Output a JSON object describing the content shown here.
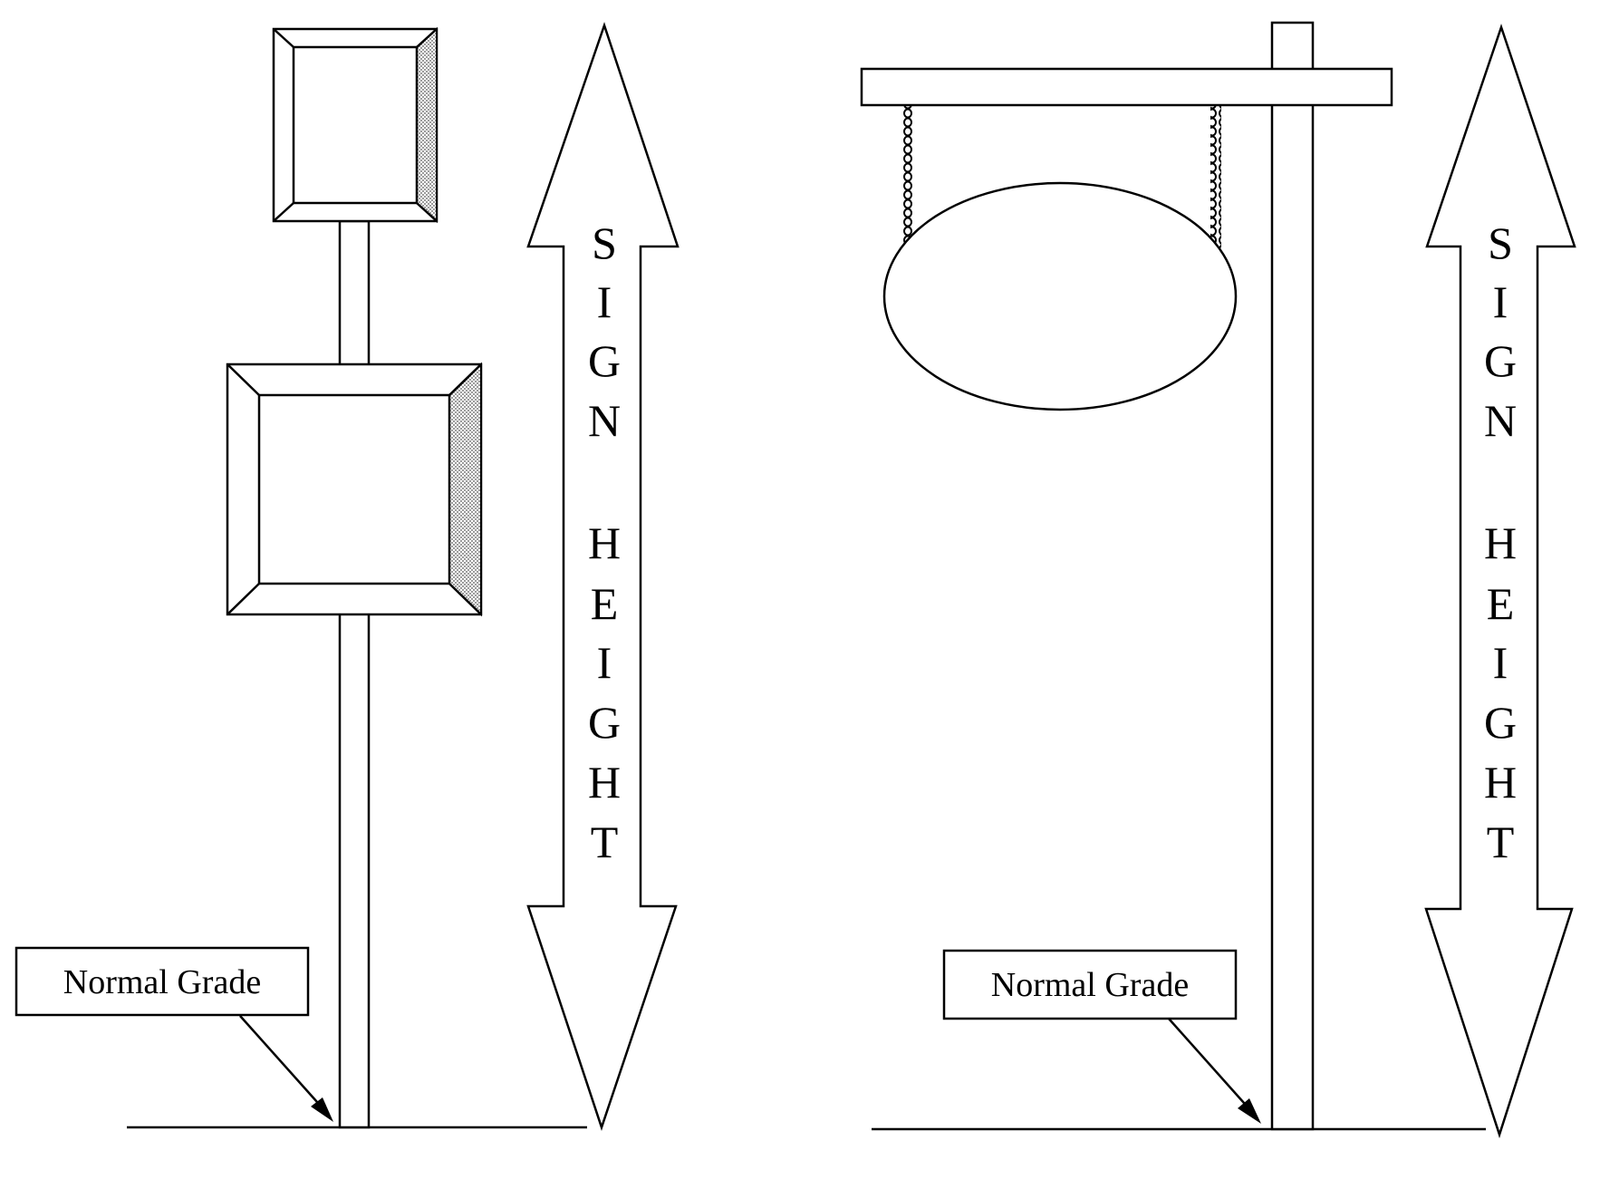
{
  "diagrams": [
    {
      "id": "left",
      "grade_label": "Normal Grade",
      "height_label": "SIGN HEIGHT"
    },
    {
      "id": "right",
      "grade_label": "Normal Grade",
      "height_label": "SIGN HEIGHT"
    }
  ],
  "colors": {
    "line": "#000000",
    "background": "#ffffff"
  }
}
